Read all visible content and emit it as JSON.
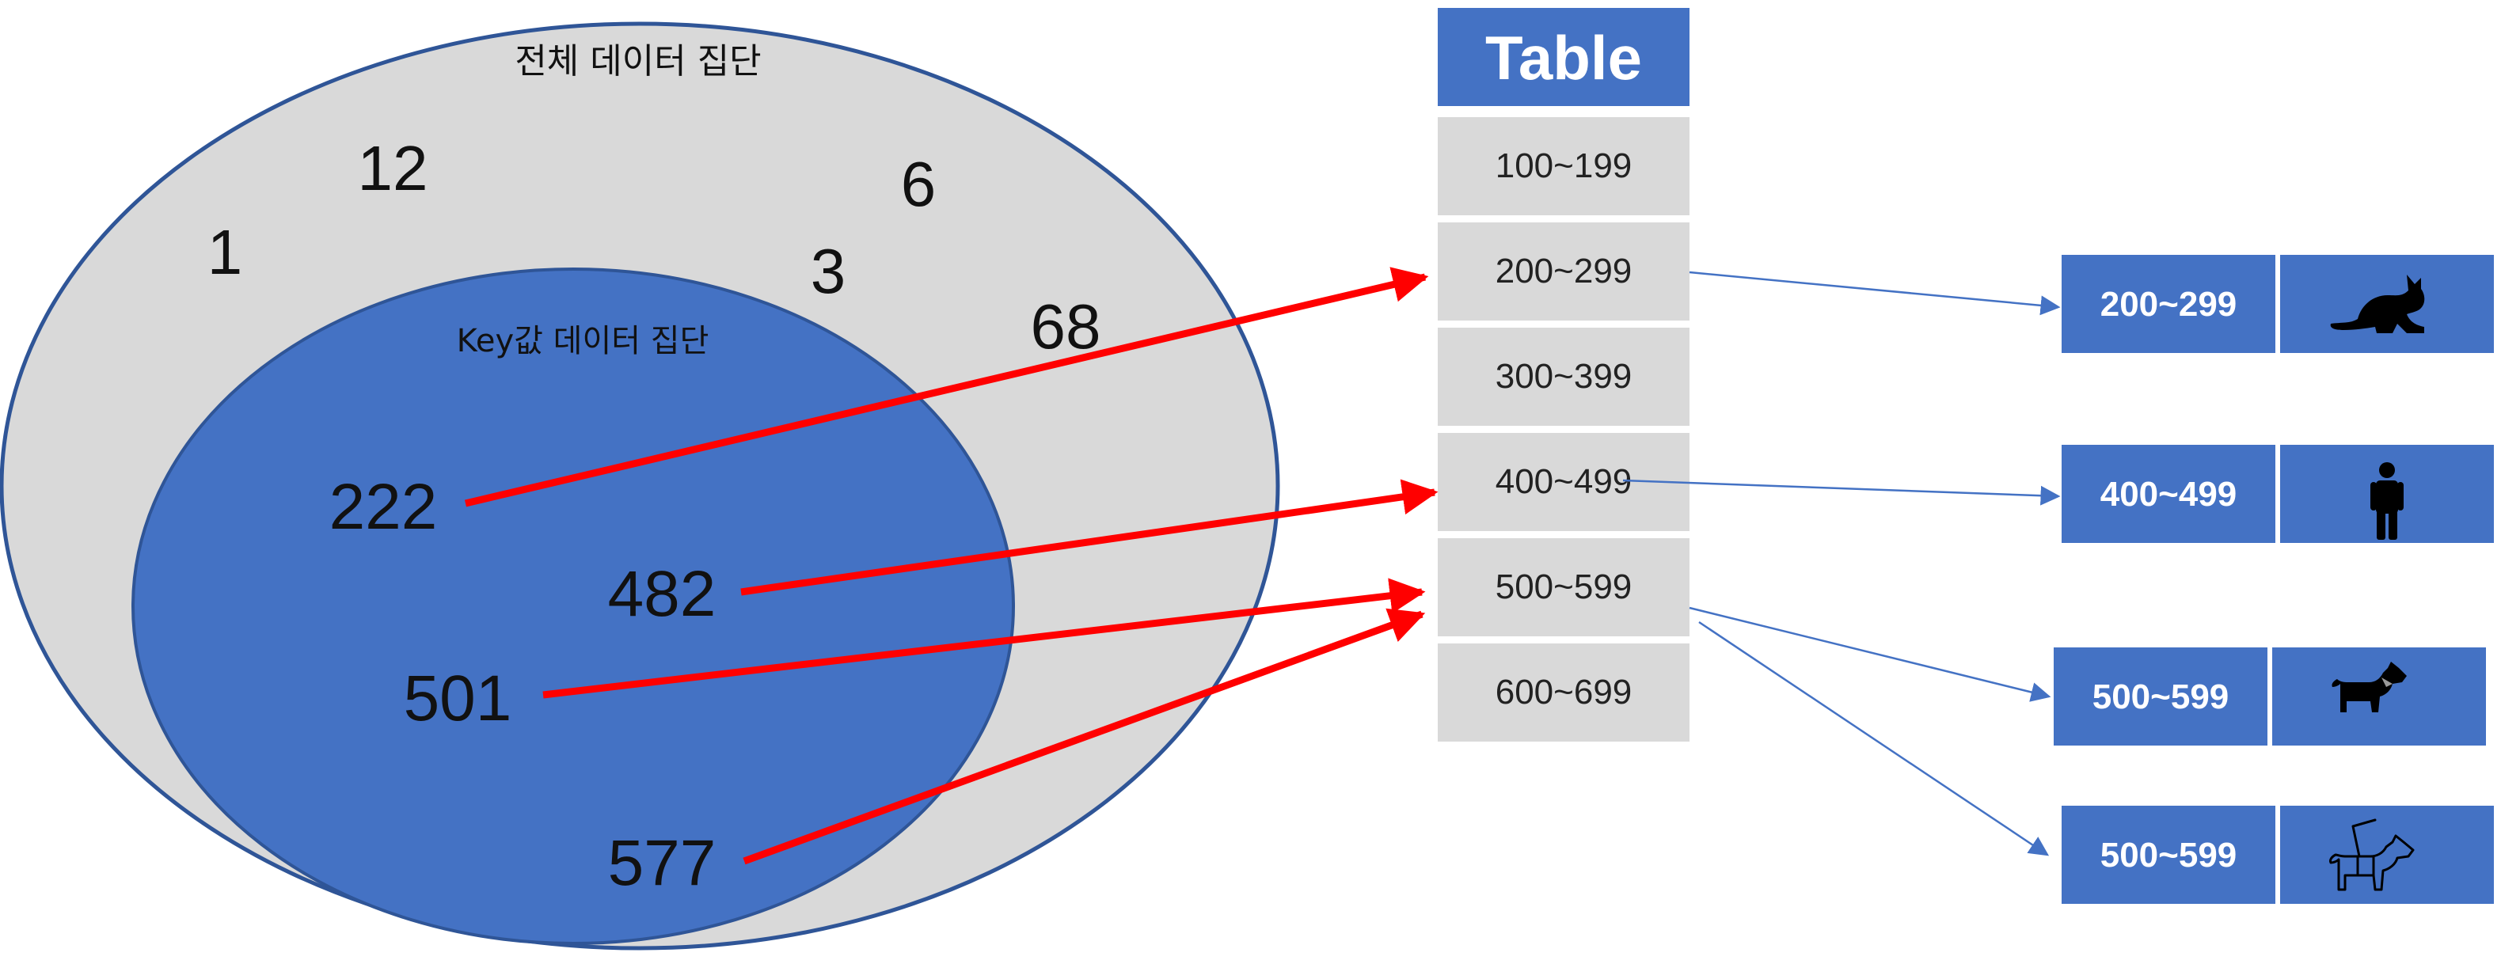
{
  "venn": {
    "outer_label": "전체 데이터 집단",
    "inner_label": "Key값 데이터 집단",
    "outer_numbers": [
      "1",
      "12",
      "3",
      "6",
      "68"
    ],
    "inner_numbers": [
      "222",
      "482",
      "501",
      "577"
    ]
  },
  "table": {
    "header": "Table",
    "rows": [
      "100~199",
      "200~299",
      "300~399",
      "400~499",
      "500~599",
      "600~699"
    ]
  },
  "entries": [
    {
      "label": "200~299",
      "icon": "cat-icon"
    },
    {
      "label": "400~499",
      "icon": "person-icon"
    },
    {
      "label": "500~599",
      "icon": "dog-icon"
    },
    {
      "label": "500~599",
      "icon": "guide-dog-icon"
    }
  ],
  "colors": {
    "outer_fill": "#d9d9d9",
    "inner_fill": "#4472c4",
    "ellipse_stroke": "#2f5597",
    "arrow_red": "#ff0000",
    "arrow_blue": "#4472c4",
    "table_cell": "#d9d9d9",
    "header_fill": "#4472c4"
  }
}
